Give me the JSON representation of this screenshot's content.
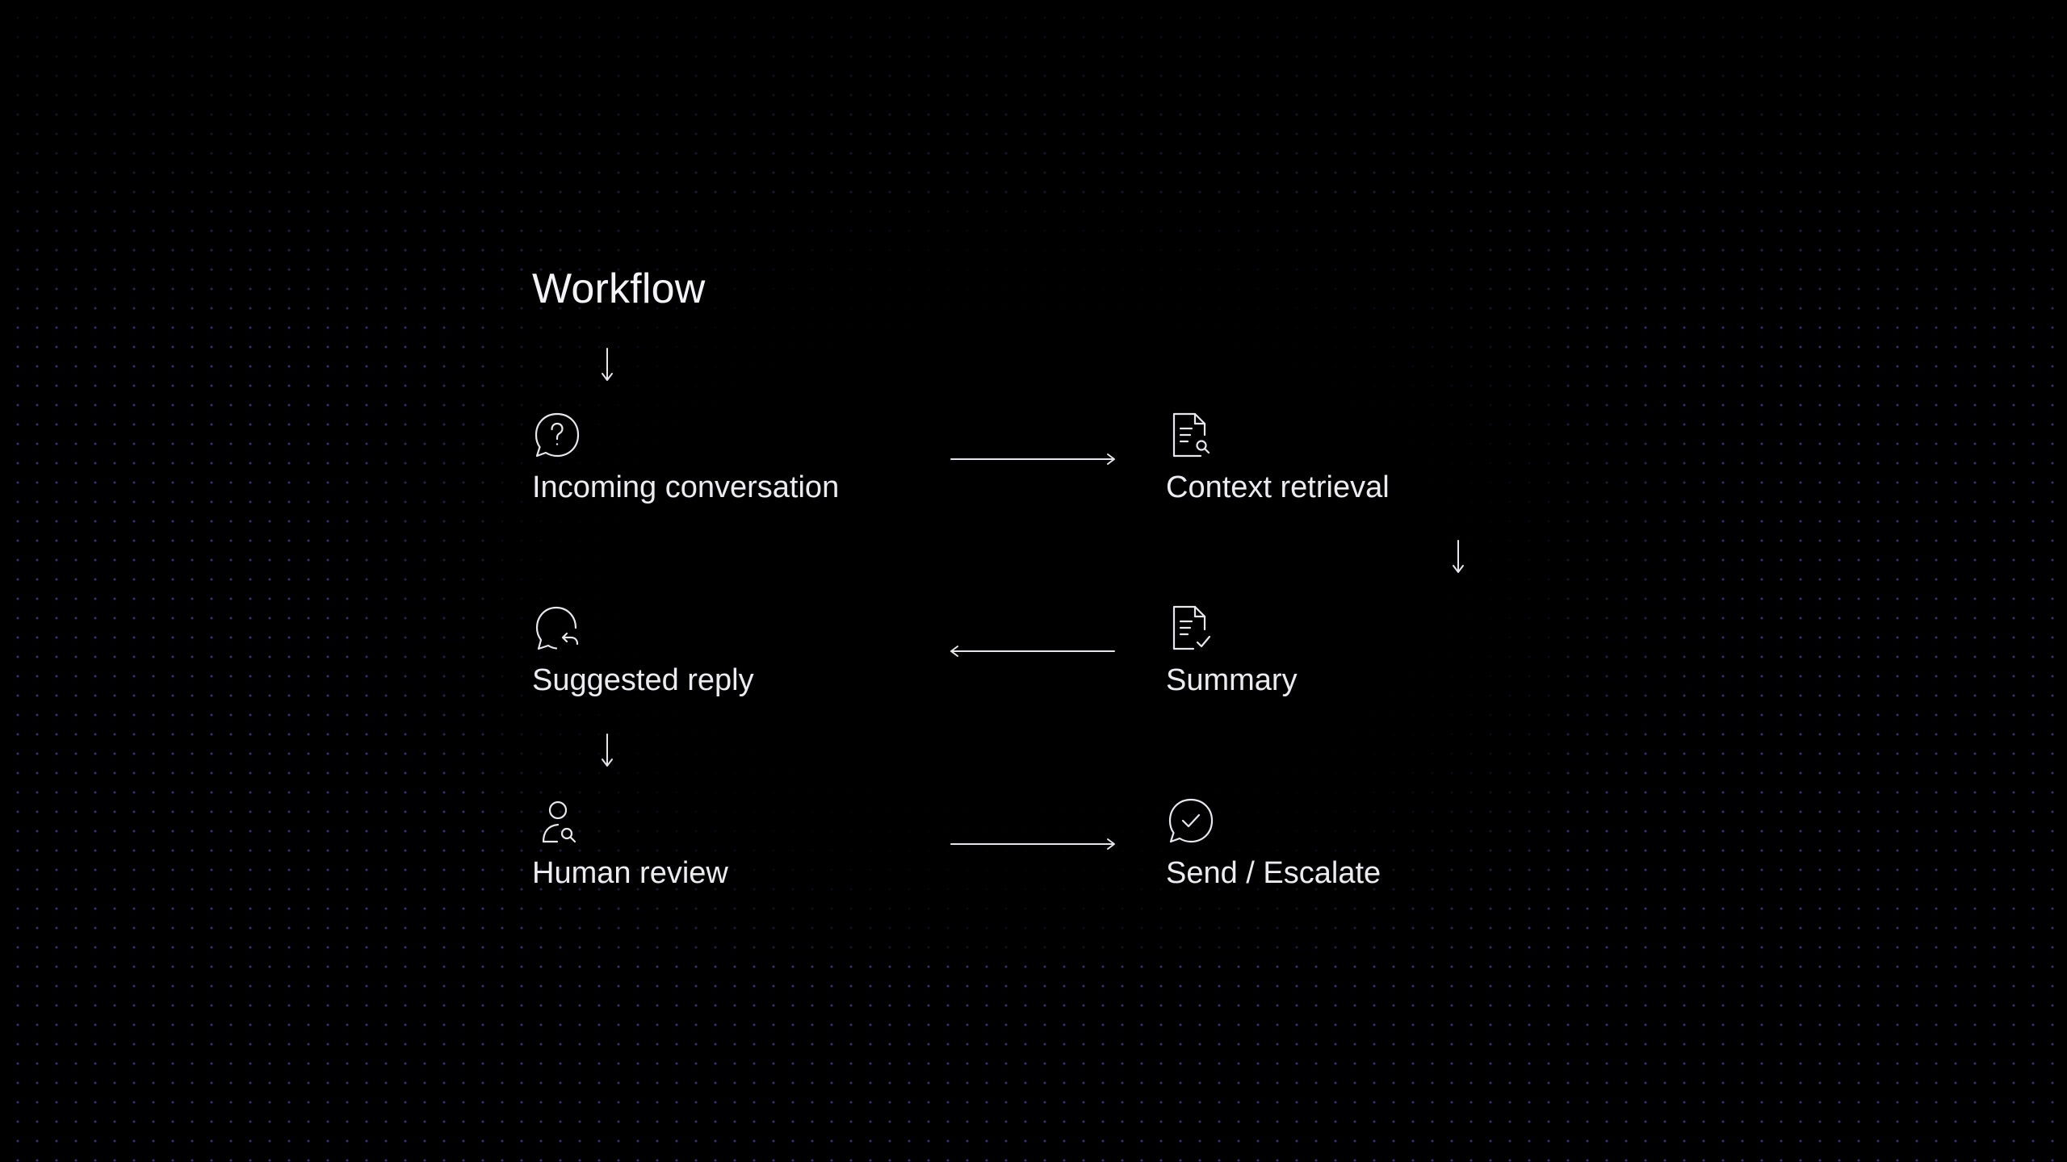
{
  "diagram": {
    "title": "Workflow",
    "steps": [
      {
        "label": "Incoming conversation",
        "icon": "question-bubble-icon"
      },
      {
        "label": "Context retrieval",
        "icon": "document-search-icon"
      },
      {
        "label": "Suggested reply",
        "icon": "reply-bubble-icon"
      },
      {
        "label": "Summary",
        "icon": "document-check-icon"
      },
      {
        "label": "Human review",
        "icon": "person-search-icon"
      },
      {
        "label": "Send / Escalate",
        "icon": "check-circle-bubble-icon"
      }
    ],
    "colors": {
      "background": "#000000",
      "grid_dots": "#786ee6",
      "foreground": "#f2f2f4"
    }
  }
}
